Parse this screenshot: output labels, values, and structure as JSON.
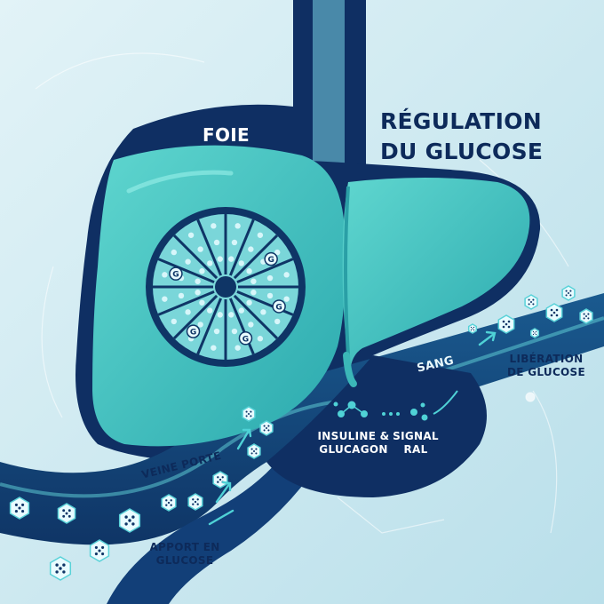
{
  "title": [
    "RÉGULATION",
    "DU GLUCOSE"
  ],
  "labels": {
    "foie": "FOIE",
    "sang": "SANG",
    "veine_porte": "VEINE PORTE",
    "liberation": [
      "LIBÉRATION",
      "DE GLUCOSE"
    ],
    "insuline": [
      "INSULINE &",
      "GLUCAGON"
    ],
    "signal": [
      "SIGNAL",
      "RAL"
    ],
    "apport": [
      "APPORT EN",
      "GLUCOSE"
    ]
  },
  "lobule_glyph": "G",
  "colors": {
    "background": "#cfe9f0",
    "navy": "#0d2a5a",
    "liver": "#4cc7c4",
    "liver_dark": "#2aa5ad",
    "vessel": "#113f78",
    "molecule": "#e8fbff"
  },
  "icons": [
    "glucose-hexagon-icon",
    "flow-arrow-icon",
    "molecule-icon",
    "liver-lobule-icon"
  ]
}
